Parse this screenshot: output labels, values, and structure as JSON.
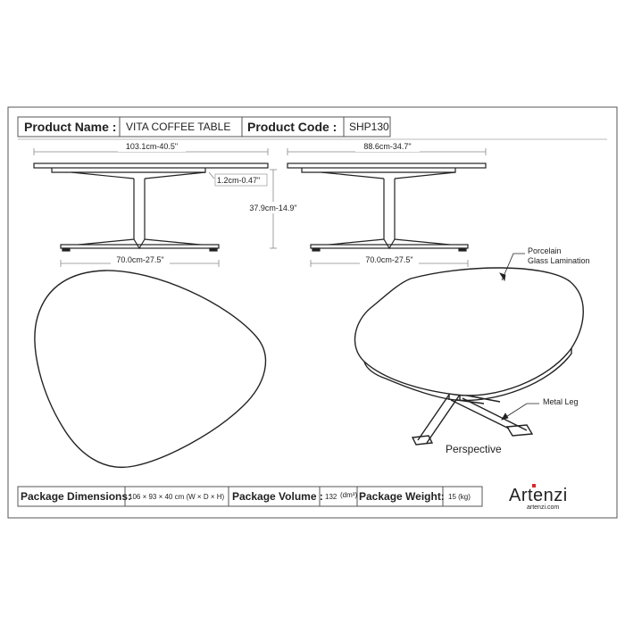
{
  "header": {
    "name_label": "Product Name :",
    "name_value": "VITA COFFEE TABLE",
    "code_label": "Product Code :",
    "code_value": "SHP130"
  },
  "dimensions": {
    "front_width": "103.1cm-40.5\"",
    "side_width": "88.6cm-34.7\"",
    "top_thickness": "1.2cm-0.47\"",
    "height": "37.9cm-14.9\"",
    "front_base": "70.0cm-27.5\"",
    "side_base": "70.0cm-27.5\""
  },
  "annotations": {
    "top_line1": "Porcelain",
    "top_line2": "Glass Lamination",
    "leg": "Metal Leg",
    "perspective": "Perspective"
  },
  "footer": {
    "pkg_dim_label": "Package Dimensions:",
    "pkg_dim_value": "106 × 93 × 40 cm (W × D × H)",
    "pkg_vol_label": "Package Volume :",
    "pkg_vol_value": "132",
    "pkg_vol_unit": "(dm³)",
    "pkg_wt_label": "Package Weight:",
    "pkg_wt_value": "15 (kg)"
  },
  "brand": {
    "name": "Artenzi",
    "url": "artenzi.com",
    "accent": "#d9262b"
  },
  "colors": {
    "line": "#222222",
    "border": "#777777",
    "dim": "#888888"
  }
}
